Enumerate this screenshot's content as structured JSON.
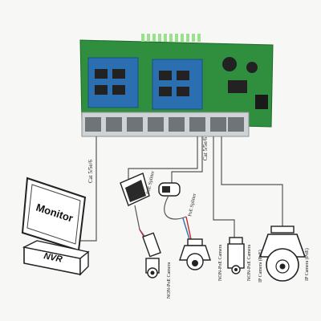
{
  "labels": {
    "cable_left": "Cat 5/5e/6",
    "cable_right": "Cat 5/5e/6",
    "monitor": "Monitor",
    "nvr": "NVR",
    "poe_splitter_1": "PoE Splitter",
    "poe_splitter_2": "PoE Splitter",
    "cam1": "NON-PoE Camera",
    "cam2": "NON-PoE Camera",
    "cam3": "NON-PoE Camera",
    "cam4": "IP Camera (PoE)",
    "cam5": "IP Camera (PoE)"
  },
  "colors": {
    "pcb": "#2f8f3e",
    "module": "#2c6fb0",
    "port": "#cfd3d6",
    "led": "#9be08f",
    "wire": "#555555"
  }
}
